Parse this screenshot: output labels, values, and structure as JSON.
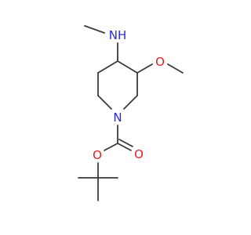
{
  "molecule": {
    "atoms": [
      {
        "id": "nh",
        "label": "NH",
        "color": "#2b2bd6"
      },
      {
        "id": "o_methoxy",
        "label": "O",
        "color": "#e02020"
      },
      {
        "id": "n_ring",
        "label": "N",
        "color": "#2b2bd6"
      },
      {
        "id": "o_carbonyl",
        "label": "O",
        "color": "#e02020"
      },
      {
        "id": "o_ester",
        "label": "O",
        "color": "#e02020"
      }
    ],
    "bond_color": "#3a3a3a"
  }
}
